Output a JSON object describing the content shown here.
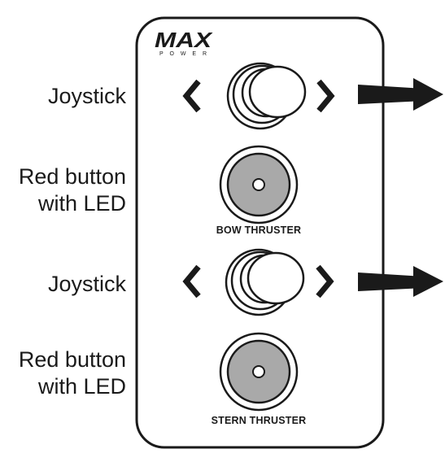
{
  "brand": {
    "name": "MAX",
    "tagline": "POWER"
  },
  "left_labels": [
    {
      "line1": "Joystick"
    },
    {
      "line1": "Red button",
      "line2": "with LED"
    },
    {
      "line1": "Joystick"
    },
    {
      "line1": "Red button",
      "line2": "with LED"
    }
  ],
  "panel": {
    "bow_label": "BOW THRUSTER",
    "stern_label": "STERN THRUSTER"
  },
  "colors": {
    "outline": "#1a1a1a",
    "button_fill": "#a9a9a9",
    "led": "#ffffff"
  },
  "icons": [
    "chevron-left-icon",
    "chevron-right-icon",
    "arrow-right-icon"
  ]
}
